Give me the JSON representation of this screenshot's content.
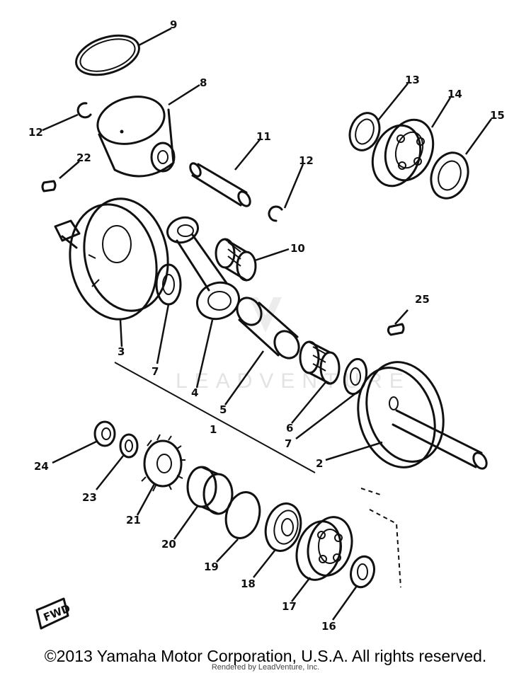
{
  "callouts": [
    "1",
    "2",
    "3",
    "4",
    "5",
    "6",
    "7",
    "8",
    "9",
    "10",
    "11",
    "12",
    "13",
    "14",
    "15",
    "16",
    "17",
    "18",
    "19",
    "20",
    "21",
    "22",
    "23",
    "24",
    "25"
  ],
  "watermark": "LEADVENTURE",
  "front_label": "FWD",
  "copyright": "©2013 Yamaha Motor Corporation, U.S.A. All rights reserved.",
  "rendered_by": "Rendered by LeadVenture, Inc."
}
